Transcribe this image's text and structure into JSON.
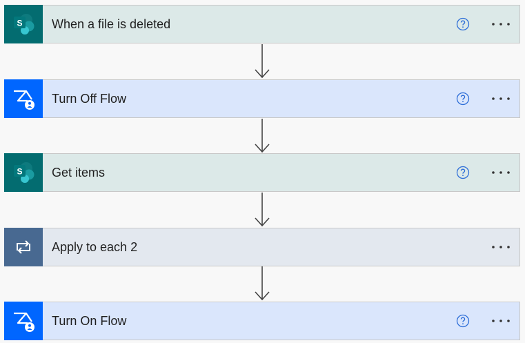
{
  "flow": {
    "steps": [
      {
        "title": "When a file is deleted",
        "icon": "sharepoint-icon",
        "has_help": true,
        "has_more": true
      },
      {
        "title": "Turn Off Flow",
        "icon": "flow-management-icon",
        "has_help": true,
        "has_more": true
      },
      {
        "title": "Get items",
        "icon": "sharepoint-icon",
        "has_help": true,
        "has_more": true
      },
      {
        "title": "Apply to each 2",
        "icon": "loop-icon",
        "has_help": false,
        "has_more": true
      },
      {
        "title": "Turn On Flow",
        "icon": "flow-management-icon",
        "has_help": true,
        "has_more": true
      }
    ]
  },
  "colors": {
    "sharepoint_icon_bg": "#036c70",
    "sharepoint_card_bg": "#dce9e8",
    "flow_icon_bg": "#0066ff",
    "flow_card_bg": "#dae6fc",
    "loop_icon_bg": "#486991",
    "loop_card_bg": "#e3e8ef",
    "help_icon": "#2f6fd8",
    "connector": "#444444"
  }
}
